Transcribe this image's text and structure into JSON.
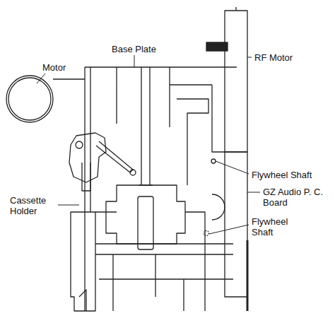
{
  "diagram": {
    "labels": [
      "Motor",
      "Base Plate",
      "RF Motor",
      "Flywheel Shaft",
      "GZ Audio P. C. Board",
      "Flywheel Shaft",
      "Cassette Holder"
    ]
  }
}
